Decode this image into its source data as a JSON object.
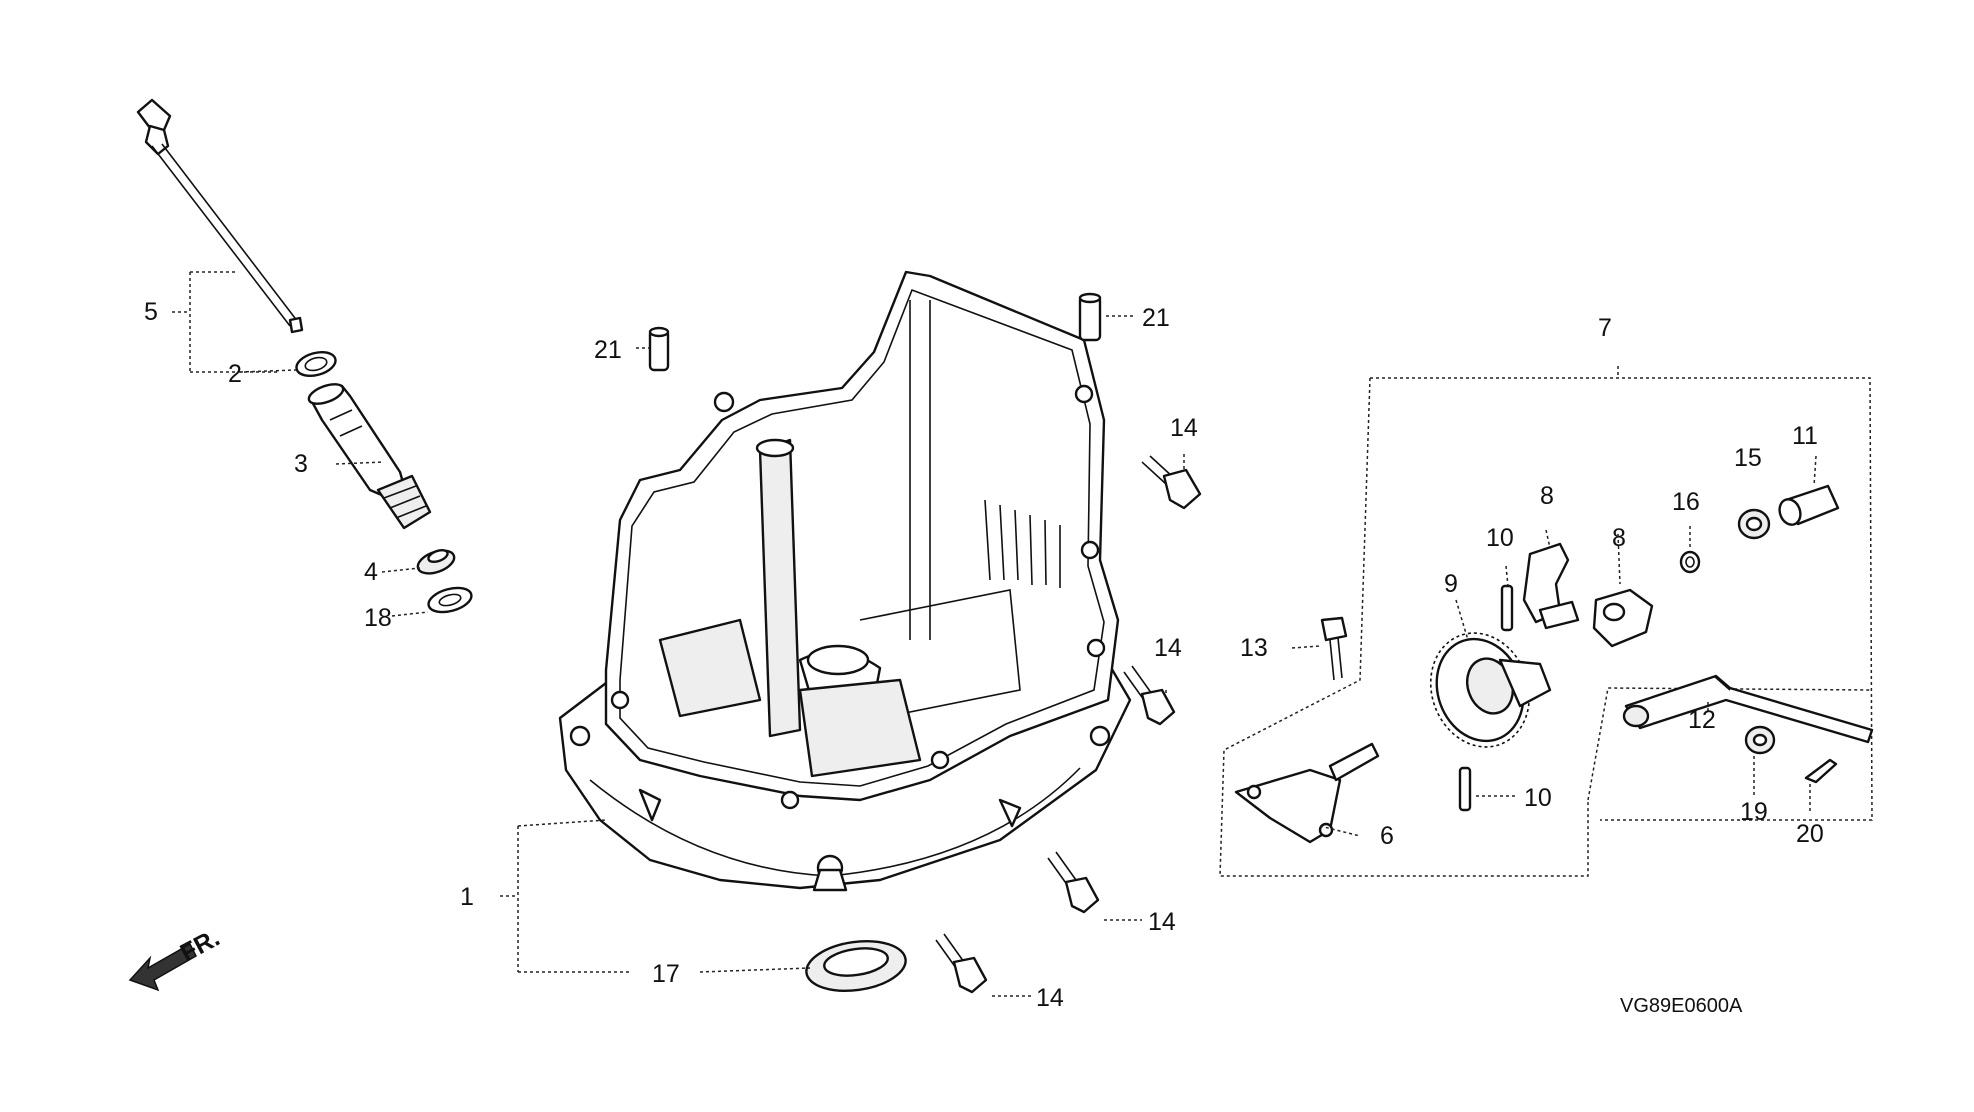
{
  "diagram": {
    "drawing_code": "VG89E0600A",
    "front_marker": "FR.",
    "callouts": [
      {
        "id": "c1",
        "text": "1"
      },
      {
        "id": "c2",
        "text": "2"
      },
      {
        "id": "c3",
        "text": "3"
      },
      {
        "id": "c4",
        "text": "4"
      },
      {
        "id": "c5",
        "text": "5"
      },
      {
        "id": "c6",
        "text": "6"
      },
      {
        "id": "c7",
        "text": "7"
      },
      {
        "id": "c8a",
        "text": "8"
      },
      {
        "id": "c8b",
        "text": "8"
      },
      {
        "id": "c9",
        "text": "9"
      },
      {
        "id": "c10a",
        "text": "10"
      },
      {
        "id": "c10b",
        "text": "10"
      },
      {
        "id": "c11",
        "text": "11"
      },
      {
        "id": "c12",
        "text": "12"
      },
      {
        "id": "c13",
        "text": "13"
      },
      {
        "id": "c14a",
        "text": "14"
      },
      {
        "id": "c14b",
        "text": "14"
      },
      {
        "id": "c14c",
        "text": "14"
      },
      {
        "id": "c14d",
        "text": "14"
      },
      {
        "id": "c15",
        "text": "15"
      },
      {
        "id": "c16",
        "text": "16"
      },
      {
        "id": "c17",
        "text": "17"
      },
      {
        "id": "c18",
        "text": "18"
      },
      {
        "id": "c19",
        "text": "19"
      },
      {
        "id": "c20",
        "text": "20"
      },
      {
        "id": "c21a",
        "text": "21"
      },
      {
        "id": "c21b",
        "text": "21"
      }
    ]
  }
}
